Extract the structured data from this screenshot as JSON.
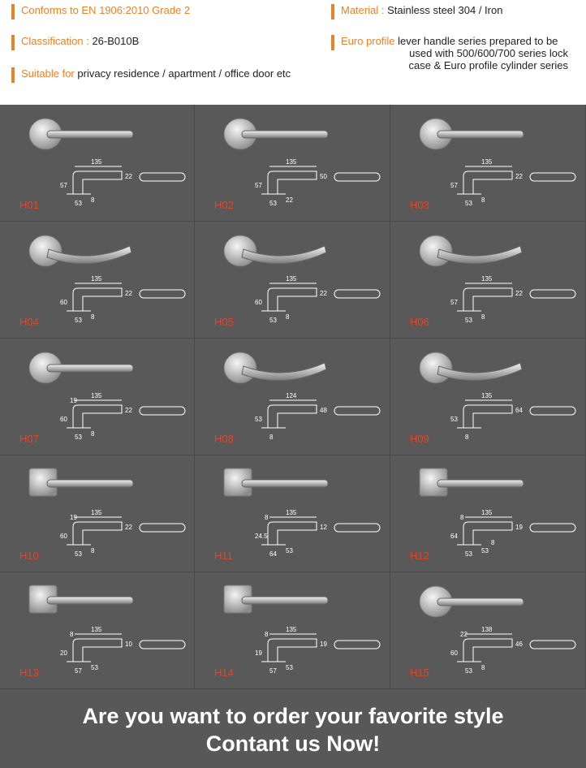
{
  "specs": {
    "conforms": {
      "label": "Conforms to EN 1906:2010 Grade 2",
      "value": ""
    },
    "classification": {
      "label": "Classification :",
      "value": "26-B010B"
    },
    "suitable": {
      "label": "Suitable for",
      "value": "privacy residence / apartment / office door etc"
    },
    "material": {
      "label": "Material :",
      "value": "Stainless steel 304 / Iron"
    },
    "euro": {
      "label": "Euro profile",
      "line1": "lever handle series prepared to be",
      "line2": "used with 500/600/700 series lock",
      "line3": "case & Euro profile cylinder series"
    }
  },
  "accent_color": "#e8832a",
  "code_color": "#e04626",
  "products": [
    {
      "code": "H01",
      "dims": [
        "135",
        "22",
        "57",
        "53",
        "8"
      ]
    },
    {
      "code": "H02",
      "dims": [
        "135",
        "50",
        "57",
        "53",
        "22"
      ]
    },
    {
      "code": "H03",
      "dims": [
        "135",
        "22",
        "57",
        "53",
        "8"
      ]
    },
    {
      "code": "H04",
      "dims": [
        "135",
        "22",
        "60",
        "53",
        "8"
      ]
    },
    {
      "code": "H05",
      "dims": [
        "135",
        "22",
        "60",
        "53",
        "8"
      ]
    },
    {
      "code": "H06",
      "dims": [
        "135",
        "22",
        "57",
        "53",
        "8"
      ]
    },
    {
      "code": "H07",
      "dims": [
        "135",
        "22",
        "60",
        "53",
        "8",
        "19"
      ]
    },
    {
      "code": "H08",
      "dims": [
        "124",
        "48",
        "53",
        "8"
      ]
    },
    {
      "code": "H09",
      "dims": [
        "135",
        "64",
        "53",
        "8"
      ]
    },
    {
      "code": "H10",
      "dims": [
        "135",
        "22",
        "60",
        "53",
        "8",
        "19"
      ]
    },
    {
      "code": "H11",
      "dims": [
        "135",
        "12",
        "24.5",
        "64",
        "53",
        "8"
      ]
    },
    {
      "code": "H12",
      "dims": [
        "135",
        "19",
        "64",
        "53",
        "53",
        "8",
        "8"
      ]
    },
    {
      "code": "H13",
      "dims": [
        "135",
        "10",
        "20",
        "57",
        "53",
        "8"
      ]
    },
    {
      "code": "H14",
      "dims": [
        "135",
        "19",
        "19",
        "57",
        "53",
        "8"
      ]
    },
    {
      "code": "H15",
      "dims": [
        "138",
        "46",
        "60",
        "53",
        "8",
        "22"
      ]
    }
  ],
  "footer": {
    "line1": "Are you want to order your favorite style",
    "line2": "Contant us Now!"
  }
}
